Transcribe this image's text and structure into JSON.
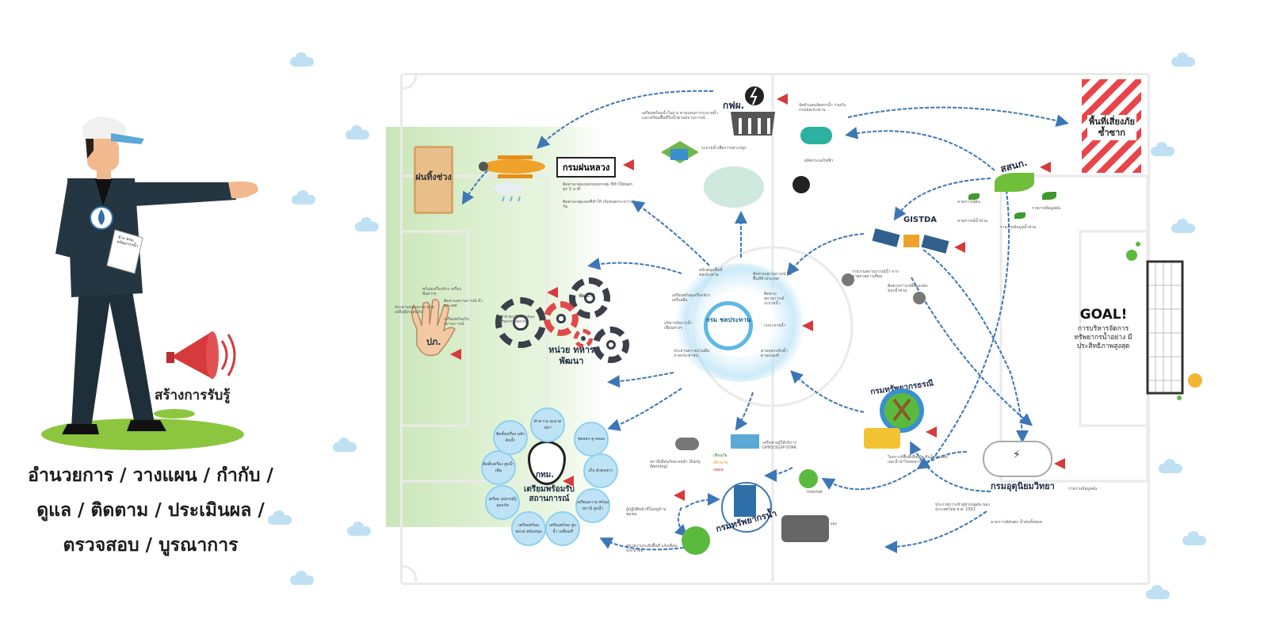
{
  "left_panel": {
    "awareness_label": "สร้างการรับรู้",
    "paper_label": "ข้าง พรม. ทรัพยากรน้ำ",
    "roles_line1": "อำนวยการ / วางแผน / กำกับ /",
    "roles_line2": "ดูแล / ติดตาม / ประเมินผล /",
    "roles_line3": "ตรวจสอบ / บูรณาการ"
  },
  "nodes": {
    "egat": "กฟผ.",
    "royal_rain": "กรมฝนหลวง",
    "drought_scroll": "ฝนทิ้งช่วง",
    "drm": "ปภ.",
    "military": "หน่วย ทหารพัฒนา",
    "military_gear_small": "พัฒนาธิ",
    "center": "กรม ชลประทาน",
    "hii": "สสนก.",
    "gistda": "GISTDA",
    "dmr": "กรมทรัพยากรธรณี",
    "tmd": "กรมอุตุนิยมวิทยา",
    "dwr": "กรมทรัพยากรน้ำ",
    "bma": "กทม.",
    "bma_sub": "เตรียมพร้อมรับ สถานการณ์",
    "hazard": "พื้นที่เสี่ยงภัย ซ้ำซาก",
    "goal": "GOAL!",
    "goal_sub": "การบริหารจัดการ ทรัพยากรน้ำอย่าง มีประสิทธิภาพสูงสุด"
  },
  "bma_circles": [
    "ทำความ สะอาดท่อฯ",
    "ขุดลอก คู-คลอง",
    "เก็บ ผักตบชวา",
    "เตรียมความ พร้อมสถานี สูบน้ำ",
    "เตรียมพร้อม สูบน้ำ เคลื่อนที่",
    "เตรียมพร้อม หน่วย สนับสนุน",
    "เตรียม อุปกรณ์กู้ อุทกภัย",
    "ติดตั้งเครื่อง สูบน้ำเพิ่ม",
    "ติดตั้งเครื่อง ผลักดันน้ำ"
  ],
  "small_labels": {
    "egat_note": "เตรียมพร้อมน้ำในอ่าง ตามแผนการระบายน้ำ และเตรียมพื้นที่รับน้ำตามสถานการณ์",
    "egat_power": "ระบายน้ำเพื่อการเพาะปลูก",
    "egat_share": "จัดทำแผนจัดสรรน้ำ ร่วมกับกรมชลประทาน",
    "egat_produce": "ผลิตกระแสไฟฟ้า",
    "rain_note1": "ติดตามกลุ่มเมฆก่อนทุกกลุ่ม ที่ทำให้ฝนตกทุก 5 นาที",
    "rain_note2": "ติดตามกลุ่มเมฆที่ทำให้ เกิดฝนตกระหว่างวัน",
    "hii_note1": "คาดการณ์ฝน",
    "hii_note2": "คาดการณ์น้ำท่วม",
    "hii_note3": "รายงานข้อมูลฝน",
    "hii_note4": "รายงานข้อมูลน้ำท่วม",
    "gistda_note1": "รายงานสถานการณ์น้ำ จากภาพถ่ายดาวเทียม",
    "gistda_note2": "ติดตามการเปลี่ยนแปลง ของน้ำท่วม",
    "dmr_note": "วิเคราะห์พื้นที่เสี่ยงภัย ดินโคลนถล่ม และน้ำป่าไหลหลาก",
    "tmd_note1": "ประกาศการเข้าสู่ช่วงฤดูฝน ของประเทศไทย พ.ศ. 2561",
    "tmd_note2": "คาดการณ์ฝนตก น้ำฝนทั้งหมด",
    "tmd_note3": "รายงานข้อมูลฝน",
    "dwr_station": "สถานีเตือนภัยล่วงหน้า (Early Warning)",
    "dwr_gprs": "เครือข่ายผู้ให้บริการ GPRS/3G/IP-STAR",
    "dwr_internet": "Internet",
    "dwr_agencies": "หน่วยงานที่เกี่ยวข้อง และประชาชนทั่วไป",
    "dwr_village": "ผู้ปฏิบัติหน้าที่ในหมู่บ้านชุมชน",
    "dwr_warn": "เตือนภัย",
    "dwr_watch": "เฝ้าระวัง",
    "dwr_evac": "อพยพ",
    "dwr_alert": "หน่วยงานระดับพื้นที่ แจ้งเตือนประชาชน",
    "drm_note1": "พร้อมเครื่องจักร เครื่องมือต่างๆ",
    "drm_note2": "ประสานหน่วยงาน ช่วยเหลือผู้ประสบภัย",
    "drm_note3": "ติดตามสถานการณ์ ทั่วประเทศ",
    "drm_note4": "เตรียมพร้อมรับ สถานการณ์",
    "mil_note1": "เข้าช่วยเหลือ สนับสนุนทรัพยากร อุทกภัย",
    "center_note1": "สนับสนุนพื้นที่ ชลประทาน",
    "center_note2": "ติดตามสถานการณ์ ในพื้นที่ทั่วประเทศ",
    "center_note3": "เตรียมพร้อมเครื่องจักร เครื่องมือ",
    "center_note4": "ติดตามสถานการณ์ ระบายน้ำ",
    "center_note5": "บริหารจัดการน้ำ เขื่อนต่างๆ",
    "center_note6": "เร่งระบายน้ำ",
    "center_note7": "ควบคุมระดับน้ำ ตามเกณฑ์",
    "center_note8": "ประสานความร่วมมือ ภาคประชาชน"
  },
  "colors": {
    "accent_blue": "#2f6fa8",
    "arrow_blue": "#3c77b5",
    "megaphone_red": "#d63a3a",
    "green_zone": "#a8d58a",
    "dark_suit": "#1f2f3a"
  }
}
